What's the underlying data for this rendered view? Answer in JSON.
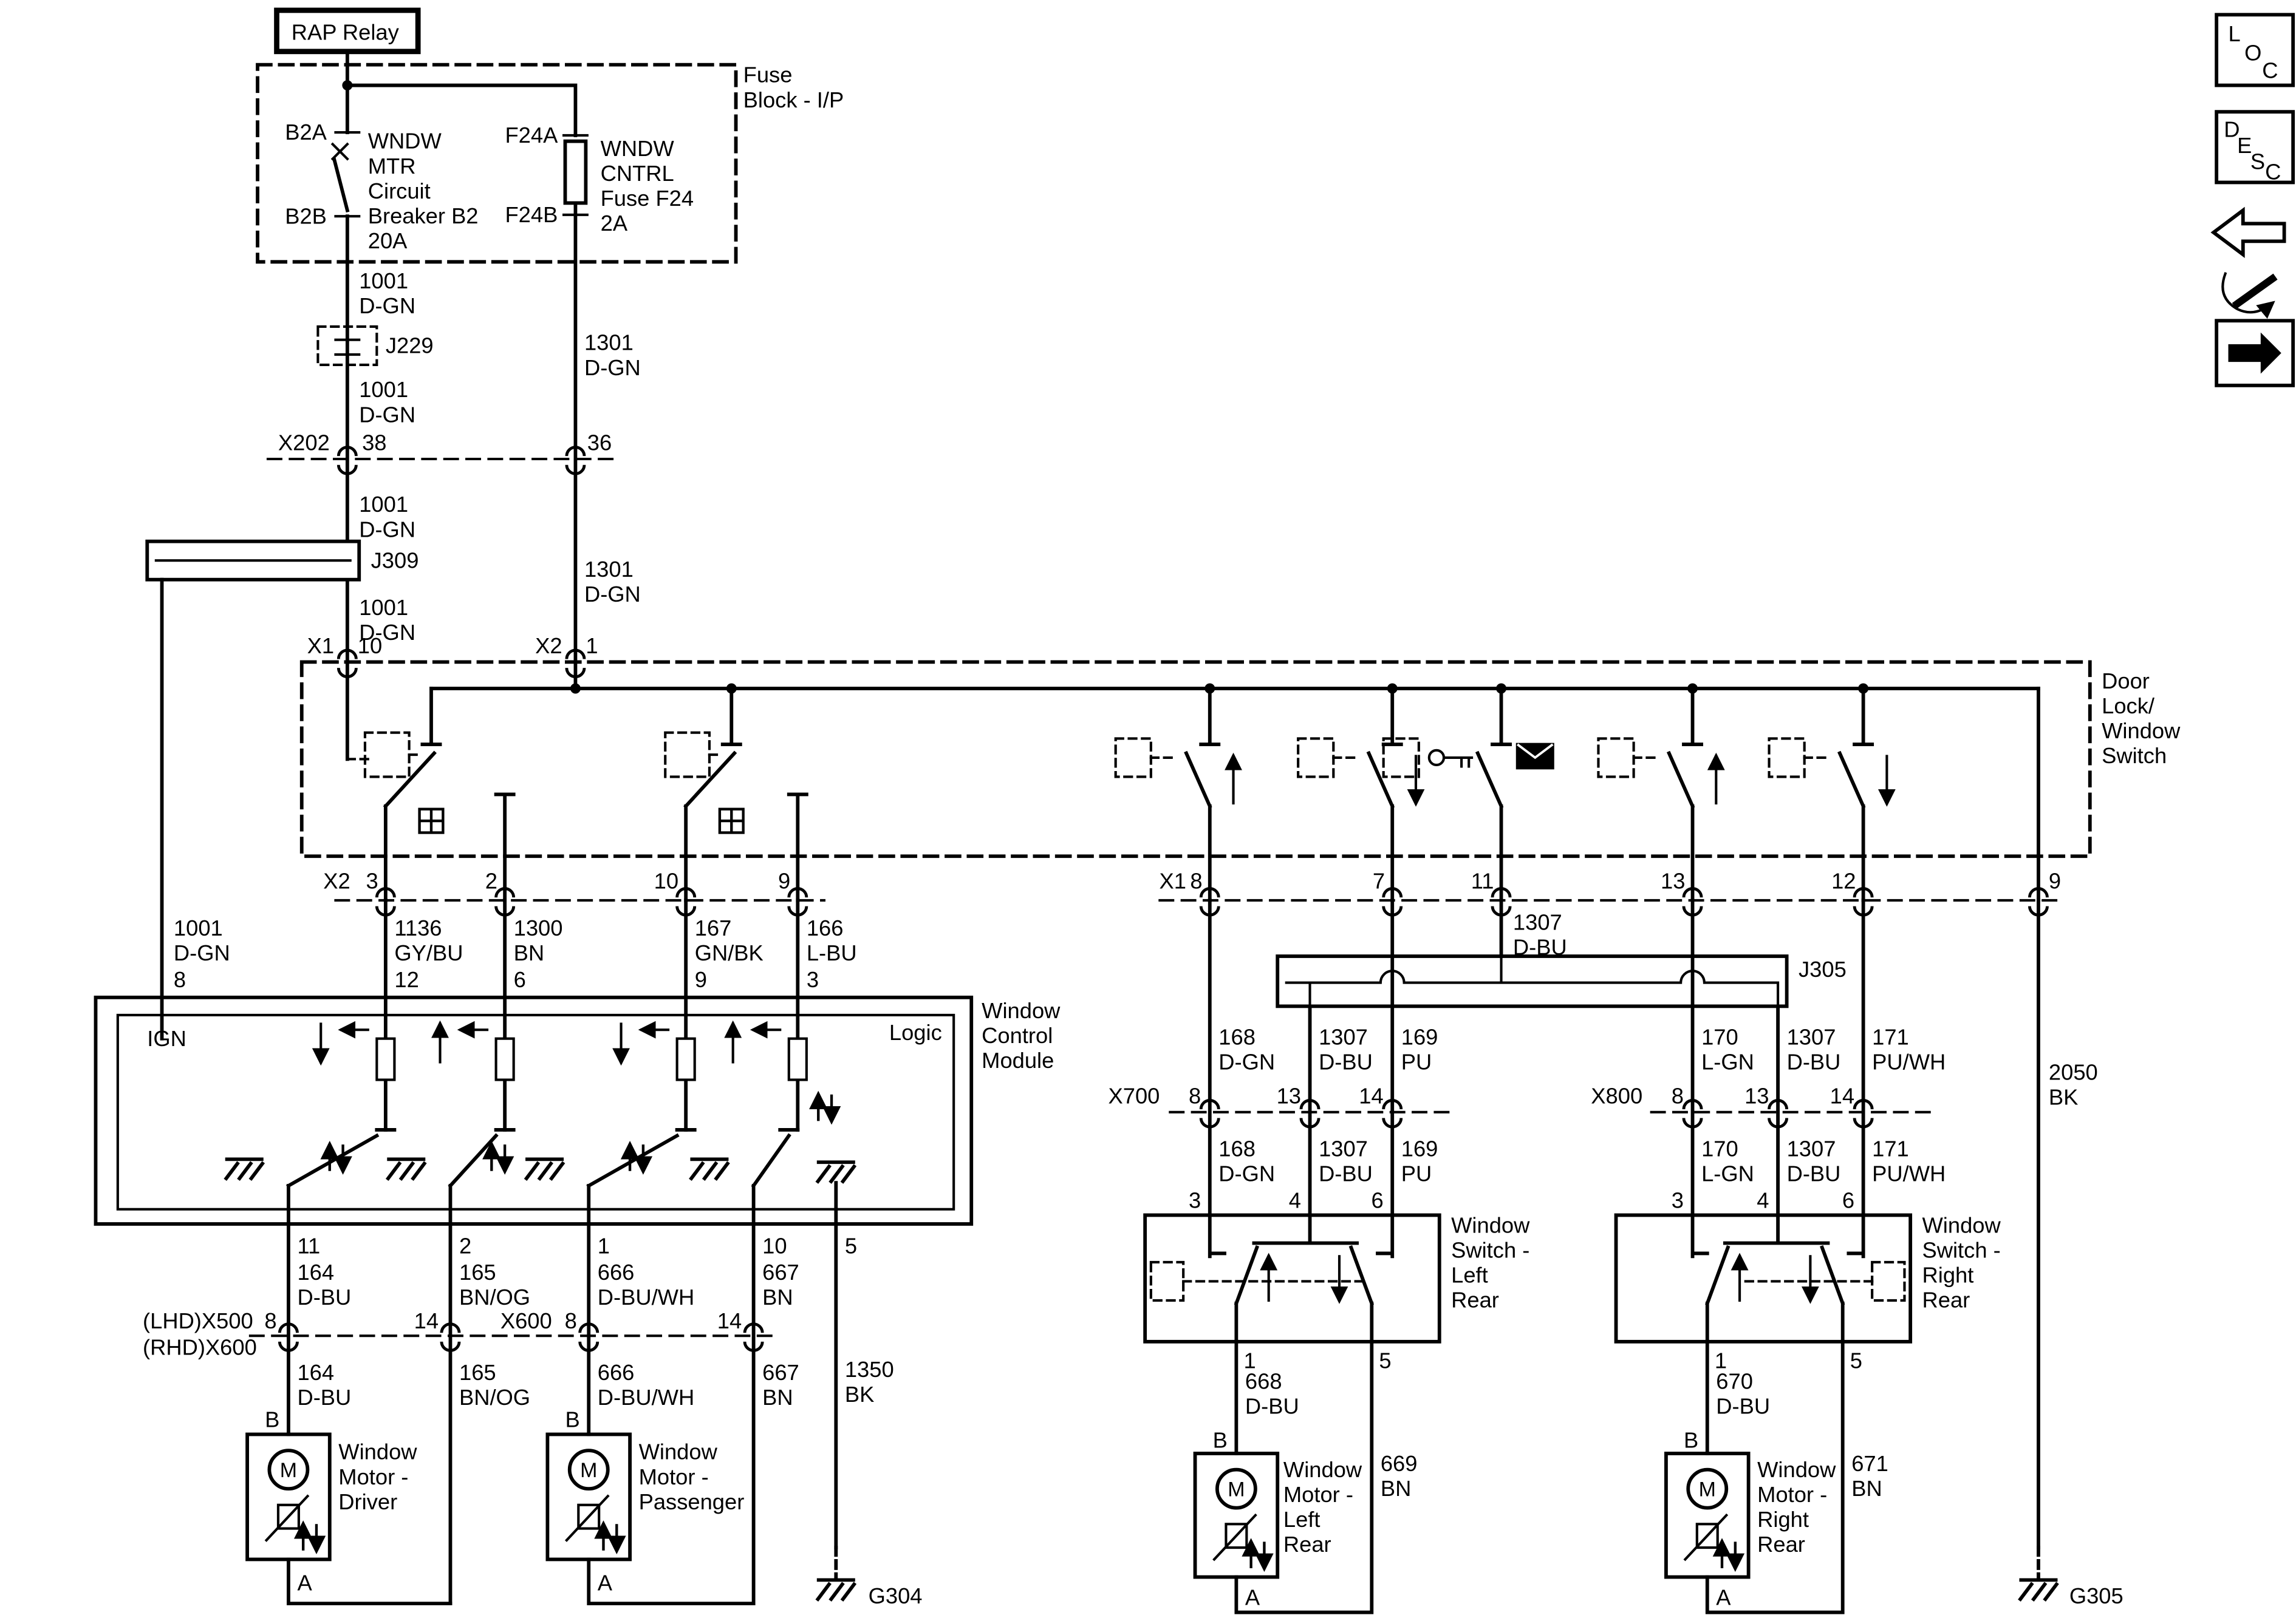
{
  "relay": {
    "label": "RAP Relay"
  },
  "fuse_block": {
    "name": [
      "Fuse",
      "Block - I/P"
    ],
    "terminal_b2a": "B2A",
    "terminal_b2b": "B2B",
    "terminal_f24a": "F24A",
    "terminal_f24b": "F24B",
    "breaker": [
      "WNDW",
      "MTR",
      "Circuit",
      "Breaker B2",
      "20A"
    ],
    "fuse": [
      "WNDW",
      "CNTRL",
      "Fuse F24",
      "2A"
    ]
  },
  "splices": {
    "j229": "J229",
    "j309": "J309",
    "j305": "J305"
  },
  "connectors": {
    "x202": "X202",
    "x1": "X1",
    "x2": "X2",
    "x500_lhd": "(LHD)X500",
    "x600_rhd": "(RHD)X600",
    "x600": "X600",
    "x700": "X700",
    "x800": "X800"
  },
  "grounds": {
    "g304": "G304",
    "g305": "G305"
  },
  "pin": {
    "1": "1",
    "2": "2",
    "3": "3",
    "4": "4",
    "5": "5",
    "6": "6",
    "7": "7",
    "8": "8",
    "9": "9",
    "10": "10",
    "11": "11",
    "12": "12",
    "13": "13",
    "14": "14",
    "36": "36",
    "38": "38"
  },
  "wire": {
    "w1001": [
      "1001",
      "D-GN"
    ],
    "w1301": [
      "1301",
      "D-GN"
    ],
    "w1136": [
      "1136",
      "GY/BU"
    ],
    "w1300": [
      "1300",
      "BN"
    ],
    "w167": [
      "167",
      "GN/BK"
    ],
    "w166": [
      "166",
      "L-BU"
    ],
    "w164": [
      "164",
      "D-BU"
    ],
    "w165": [
      "165",
      "BN/OG"
    ],
    "w666": [
      "666",
      "D-BU/WH"
    ],
    "w667": [
      "667",
      "BN"
    ],
    "w1350": [
      "1350",
      "BK"
    ],
    "w168": [
      "168",
      "D-GN"
    ],
    "w1307": [
      "1307",
      "D-BU"
    ],
    "w169": [
      "169",
      "PU"
    ],
    "w170": [
      "170",
      "L-GN"
    ],
    "w171": [
      "171",
      "PU/WH"
    ],
    "w2050": [
      "2050",
      "BK"
    ],
    "w668": [
      "668",
      "D-BU"
    ],
    "w669": [
      "669",
      "BN"
    ],
    "w670": [
      "670",
      "D-BU"
    ],
    "w671": [
      "671",
      "BN"
    ]
  },
  "components": {
    "door_switch": [
      "Door",
      "Lock/",
      "Window",
      "Switch"
    ],
    "wcm": [
      "Window",
      "Control",
      "Module"
    ],
    "ign": "IGN",
    "logic": "Logic",
    "motor_driver": [
      "Window",
      "Motor -",
      "Driver"
    ],
    "motor_passenger": [
      "Window",
      "Motor -",
      "Passenger"
    ],
    "switch_left_rear": [
      "Window",
      "Switch -",
      "Left",
      "Rear"
    ],
    "switch_right_rear": [
      "Window",
      "Switch -",
      "Right",
      "Rear"
    ],
    "motor_left_rear": [
      "Window",
      "Motor -",
      "Left",
      "Rear"
    ],
    "motor_right_rear": [
      "Window",
      "Motor -",
      "Right",
      "Rear"
    ],
    "motor_m": "M",
    "term_a": "A",
    "term_b": "B"
  },
  "toolbar": {
    "loc": [
      "L",
      "O",
      "C"
    ],
    "desc": [
      "D",
      "E",
      "S",
      "C"
    ]
  }
}
